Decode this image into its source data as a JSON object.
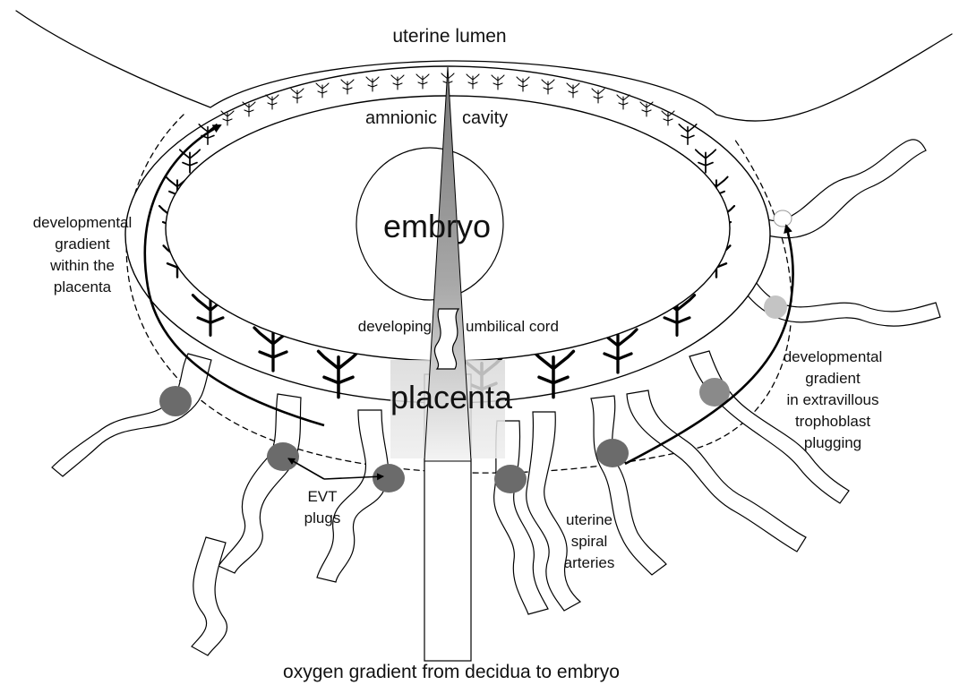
{
  "labels": {
    "uterine_lumen": "uterine lumen",
    "amnionic": "amnionic",
    "cavity": "cavity",
    "embryo": "embryo",
    "developing": "developing",
    "umbilical_cord": "umbilical cord",
    "placenta": "placenta",
    "dev_gradient_placenta": [
      "developmental",
      "gradient",
      "within the",
      "placenta"
    ],
    "dev_gradient_evt": [
      "developmental",
      "gradient",
      "in extravillous",
      "trophoblast",
      "plugging"
    ],
    "evt_plugs": [
      "EVT",
      "plugs"
    ],
    "spiral_arteries": [
      "uterine",
      "spiral",
      "arteries"
    ],
    "oxygen_gradient": "oxygen gradient from decidua to embryo"
  },
  "colors": {
    "ink": "#000000",
    "plug_dark": "#6b6b6b",
    "plug_light": "#bdbdbd",
    "plug_open": "#ffffff",
    "oxygen_dark": "#8c8c8c",
    "oxygen_light": "#f2f2f2"
  }
}
